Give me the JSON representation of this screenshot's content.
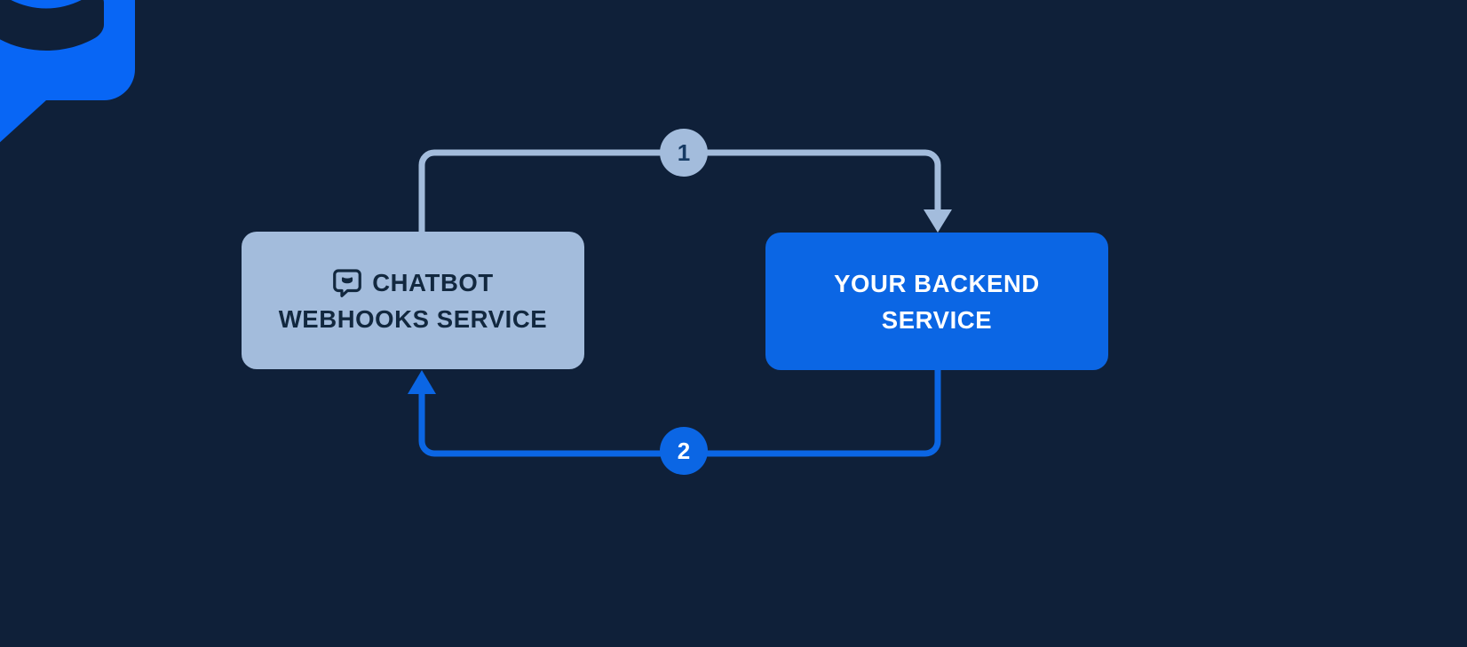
{
  "diagram": {
    "title": "Chatbot webhooks flow",
    "background_color": "#0f2039",
    "watermark": {
      "icon": "chatbot-logo-icon",
      "color": "#0866f5"
    },
    "nodes": [
      {
        "id": "webhooks",
        "icon": "chatbot-bubble-icon",
        "line1": "CHATBOT",
        "line2": "WEBHOOKS SERVICE",
        "fill": "#a3bcdc",
        "text_color": "#12283f"
      },
      {
        "id": "backend",
        "line1": "YOUR BACKEND",
        "line2": "SERVICE",
        "fill": "#0b66e4",
        "text_color": "#ffffff"
      }
    ],
    "connectors": [
      {
        "id": "step-1",
        "badge": "1",
        "from": "webhooks",
        "to": "backend",
        "stroke": "#a3bcdc",
        "badge_fill": "#a3bcdc",
        "badge_text_color": "#163a63"
      },
      {
        "id": "step-2",
        "badge": "2",
        "from": "backend",
        "to": "webhooks",
        "stroke": "#0b66e4",
        "badge_fill": "#0b66e4",
        "badge_text_color": "#ffffff"
      }
    ]
  }
}
